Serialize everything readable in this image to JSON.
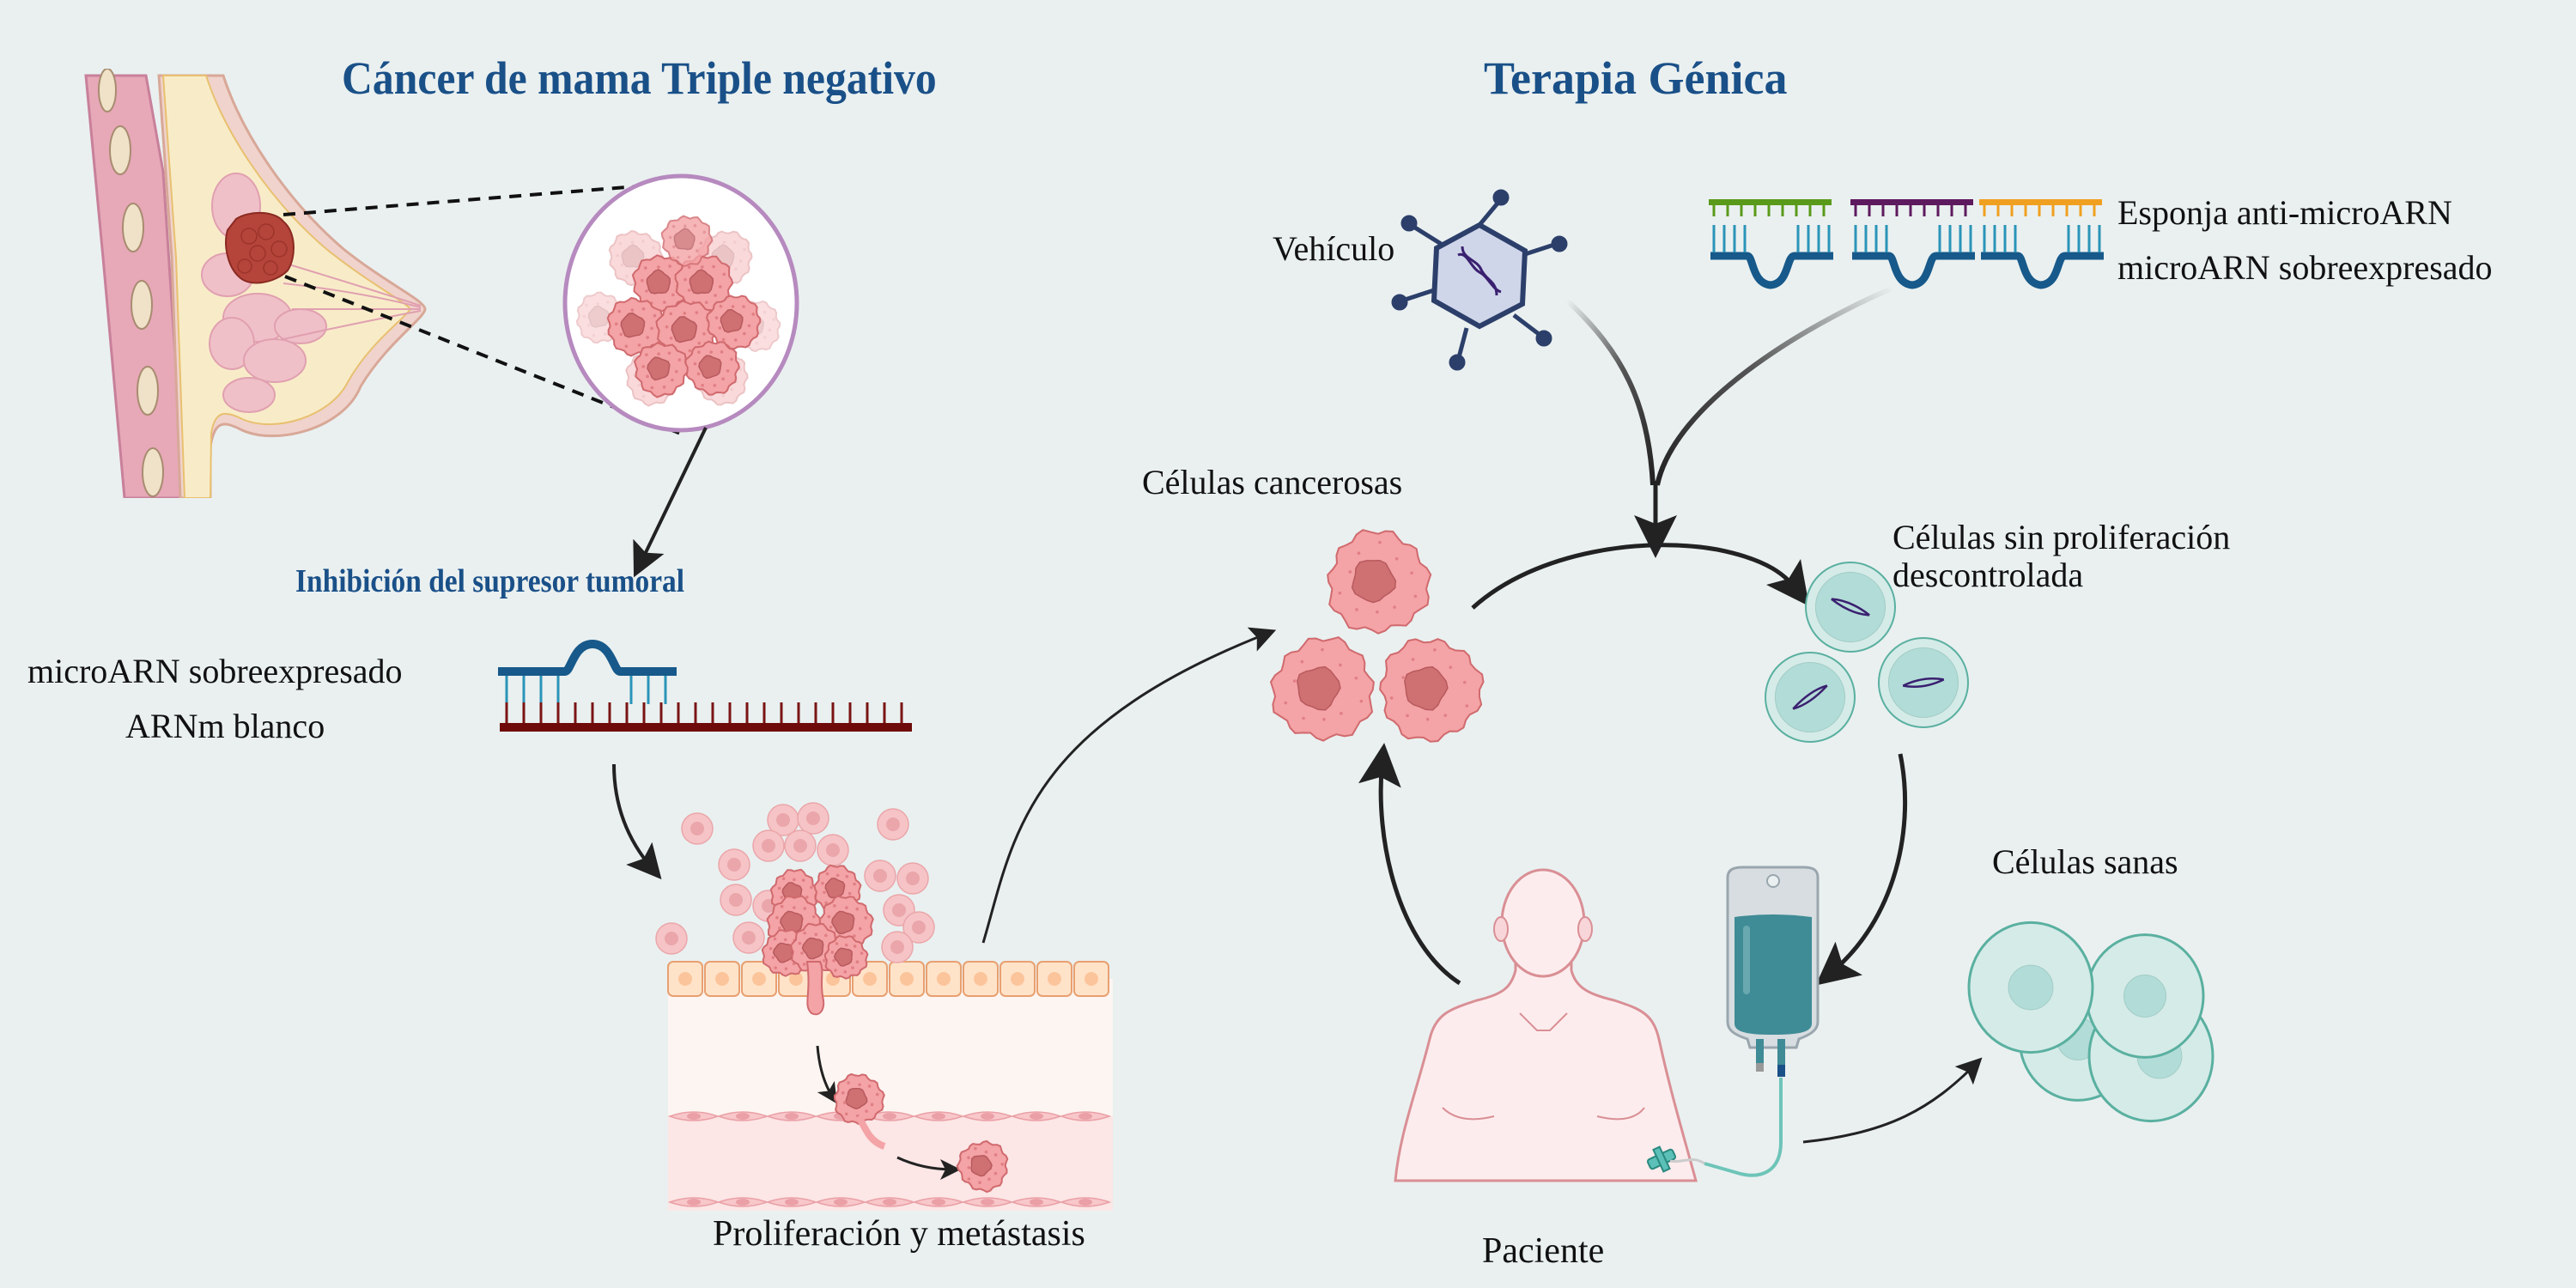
{
  "titles": {
    "left": "Cáncer de mama Triple negativo",
    "right": "Terapia Génica"
  },
  "left_panel": {
    "subtitle": "Inhibición del supresor tumoral",
    "mirna_label": "microARN sobreexpresado",
    "mrna_label": "ARNm blanco",
    "proliferation_label": "Proliferación y metástasis"
  },
  "right_panel": {
    "vehicle_label": "Vehículo",
    "sponge_label": "Esponja anti-microARN",
    "mirna_label": "microARN sobreexpresado",
    "cancer_cells_label": "Células cancerosas",
    "non_prolif_label_line1": "Células sin proliferación",
    "non_prolif_label_line2": "descontrolada",
    "healthy_cells_label": "Células sanas",
    "patient_label": "Paciente"
  },
  "colors": {
    "background": "#eaf0f0",
    "title_blue": "#1a5088",
    "mirna_dark": "#17598a",
    "mirna_light": "#2a94b8",
    "mrna": "#7a1414",
    "sponge_green": "#5a9a1a",
    "sponge_purple": "#5e1a5e",
    "sponge_orange": "#f0a020",
    "cancer_cell": "#f4a3a6",
    "cancer_nucleus": "#cf7072",
    "healthy_cell": "#d5ebe8",
    "healthy_stroke": "#5ab0a0",
    "virus_fill": "#d0d6ea",
    "virus_stroke": "#2c3f6a",
    "iv_liquid": "#3f8b96",
    "skin": "#fdeced",
    "skin_stroke": "#d98f95",
    "tumor": "#b5443a",
    "arrow": "#222222"
  }
}
